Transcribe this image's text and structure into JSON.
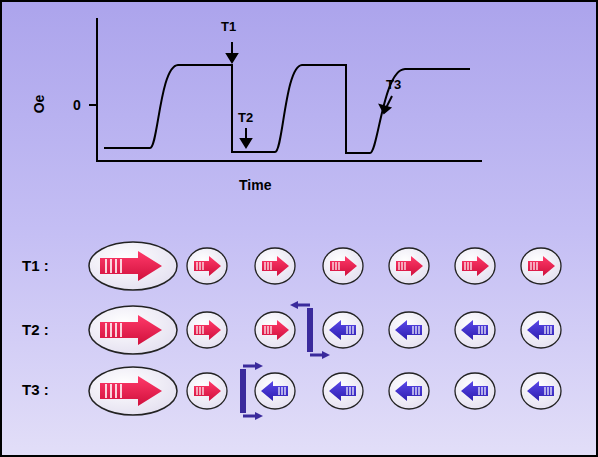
{
  "diagram": {
    "labels": [
      "T1",
      "T2",
      "T3",
      "Oe",
      "0",
      "Time",
      "T1 :",
      "T2 :",
      "T3 :"
    ]
  }
}
